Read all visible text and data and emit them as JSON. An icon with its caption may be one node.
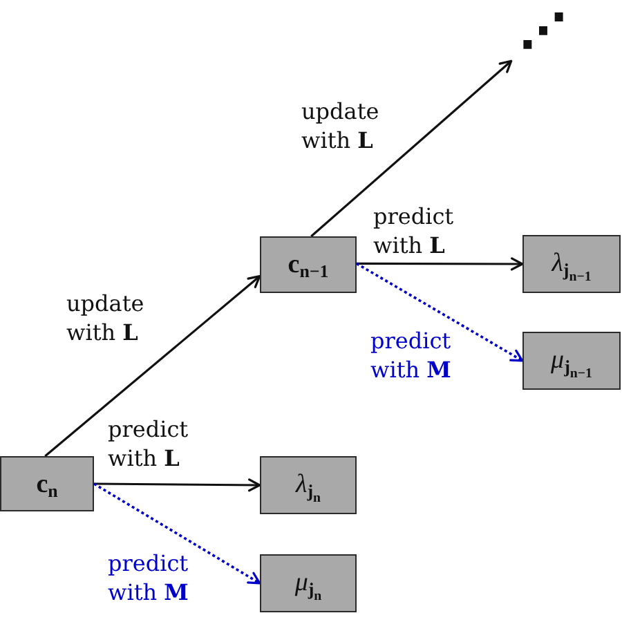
{
  "diagram": {
    "nodes": [
      {
        "text": [
          "⋰"
        ]
      },
      {
        "text": [
          "**c**$_{n−1}$"
        ]
      },
      {
        "text": [
          "*λ*$_{j}$$_{n−1}$"
        ]
      },
      {
        "text": [
          "*μ*$_{j}$$_{n−1}$"
        ]
      },
      {
        "text": [
          "**c**$_{n}$"
        ]
      },
      {
        "text": [
          "*λ*$_{j}$$_{n}$"
        ]
      },
      {
        "text": [
          "*μ*$_{j}$$_{n}$"
        ]
      }
    ],
    "edges": [
      {
        "from": 1,
        "to": 0,
        "arrow": "to",
        "label": "update with **L**"
      },
      {
        "from": 1,
        "to": 2,
        "arrow": "to",
        "label": "predict with **L**"
      },
      {
        "from": 1,
        "to": 3,
        "arrow": "to",
        "label": "predict with **M**",
        "style": "dashed",
        "color": "#0000cc"
      },
      {
        "from": 4,
        "to": 1,
        "arrow": "to",
        "label": "update with **L**"
      },
      {
        "from": 4,
        "to": 5,
        "arrow": "to",
        "label": "predict with **L**"
      },
      {
        "from": 4,
        "to": 6,
        "arrow": "to",
        "label": "predict with **M**",
        "style": "dashed",
        "color": "#0000cc"
      }
    ]
  }
}
